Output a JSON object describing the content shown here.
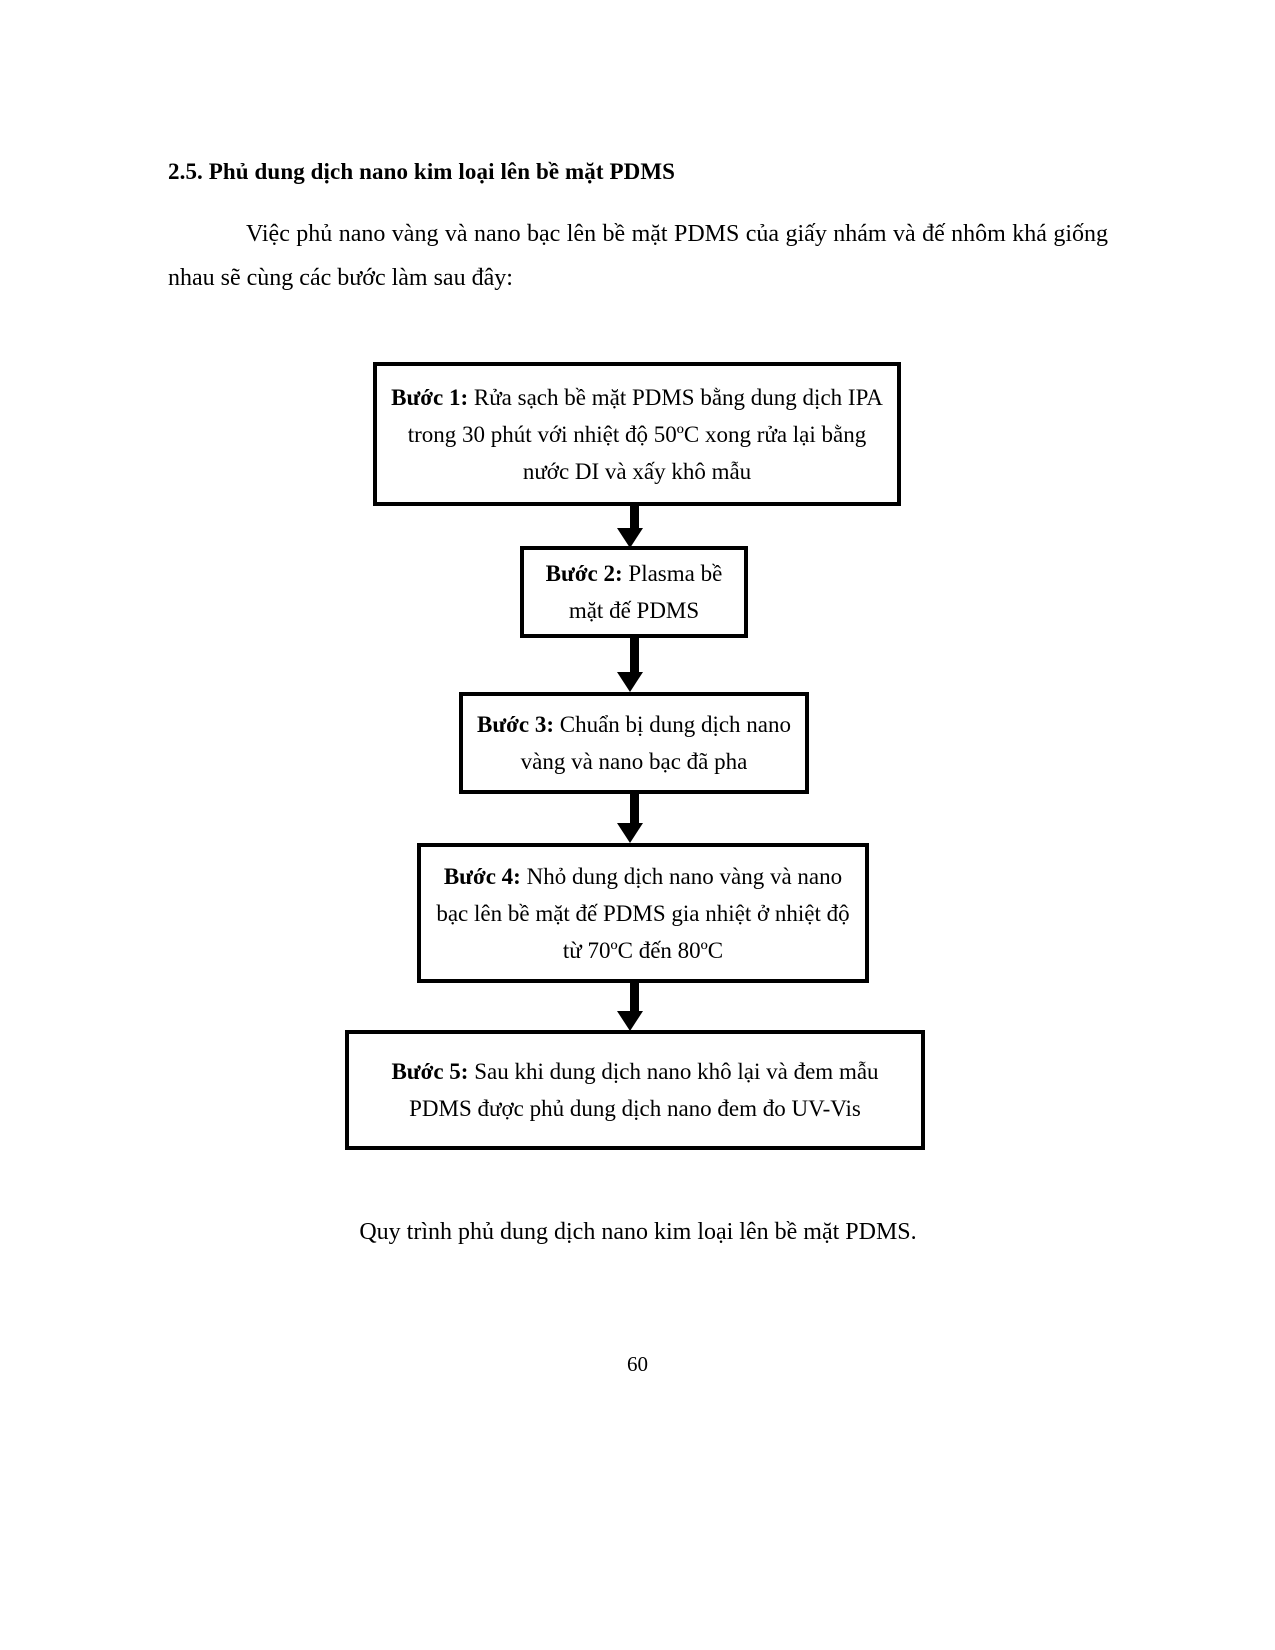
{
  "document": {
    "section_heading": "2.5. Phủ dung dịch nano kim loại lên bề mặt PDMS",
    "intro_paragraph": "Việc phủ nano vàng và nano bạc lên bề mặt PDMS của giấy nhám và đế nhôm khá giống nhau sẽ cùng các bước làm sau đây:",
    "caption": "Quy trình phủ dung dịch nano kim loại lên bề mặt PDMS.",
    "page_number": "60"
  },
  "flowchart": {
    "type": "vertical-process-flow",
    "orientation": "top-to-bottom",
    "arrow_count": 4,
    "nodes": [
      {
        "id": "buoc-1",
        "label_bold": "Bước 1:",
        "label_rest": " Rửa sạch bề mặt PDMS bằng dung dịch IPA trong 30 phút với nhiệt độ 50ºC xong rửa lại bằng nước DI và xấy khô mẫu"
      },
      {
        "id": "buoc-2",
        "label_bold": "Bước 2:",
        "label_rest": " Plasma bề mặt đế PDMS"
      },
      {
        "id": "buoc-3",
        "label_bold": "Bước 3:",
        "label_rest": " Chuẩn bị dung dịch nano vàng và nano bạc đã pha"
      },
      {
        "id": "buoc-4",
        "label_bold": "Bước 4:",
        "label_rest": " Nhỏ dung dịch nano vàng và nano bạc lên bề mặt đế PDMS gia nhiệt ở nhiệt độ từ 70ºC đến 80ºC"
      },
      {
        "id": "buoc-5",
        "label_bold": "Bước 5:",
        "label_rest": " Sau khi dung dịch nano khô lại và đem mẫu PDMS được phủ dung dịch nano đem đo UV-Vis"
      }
    ]
  },
  "colors": {
    "page_background": "#ffffff",
    "text": "#000000",
    "box_border": "#000000",
    "arrow": "#000000"
  }
}
